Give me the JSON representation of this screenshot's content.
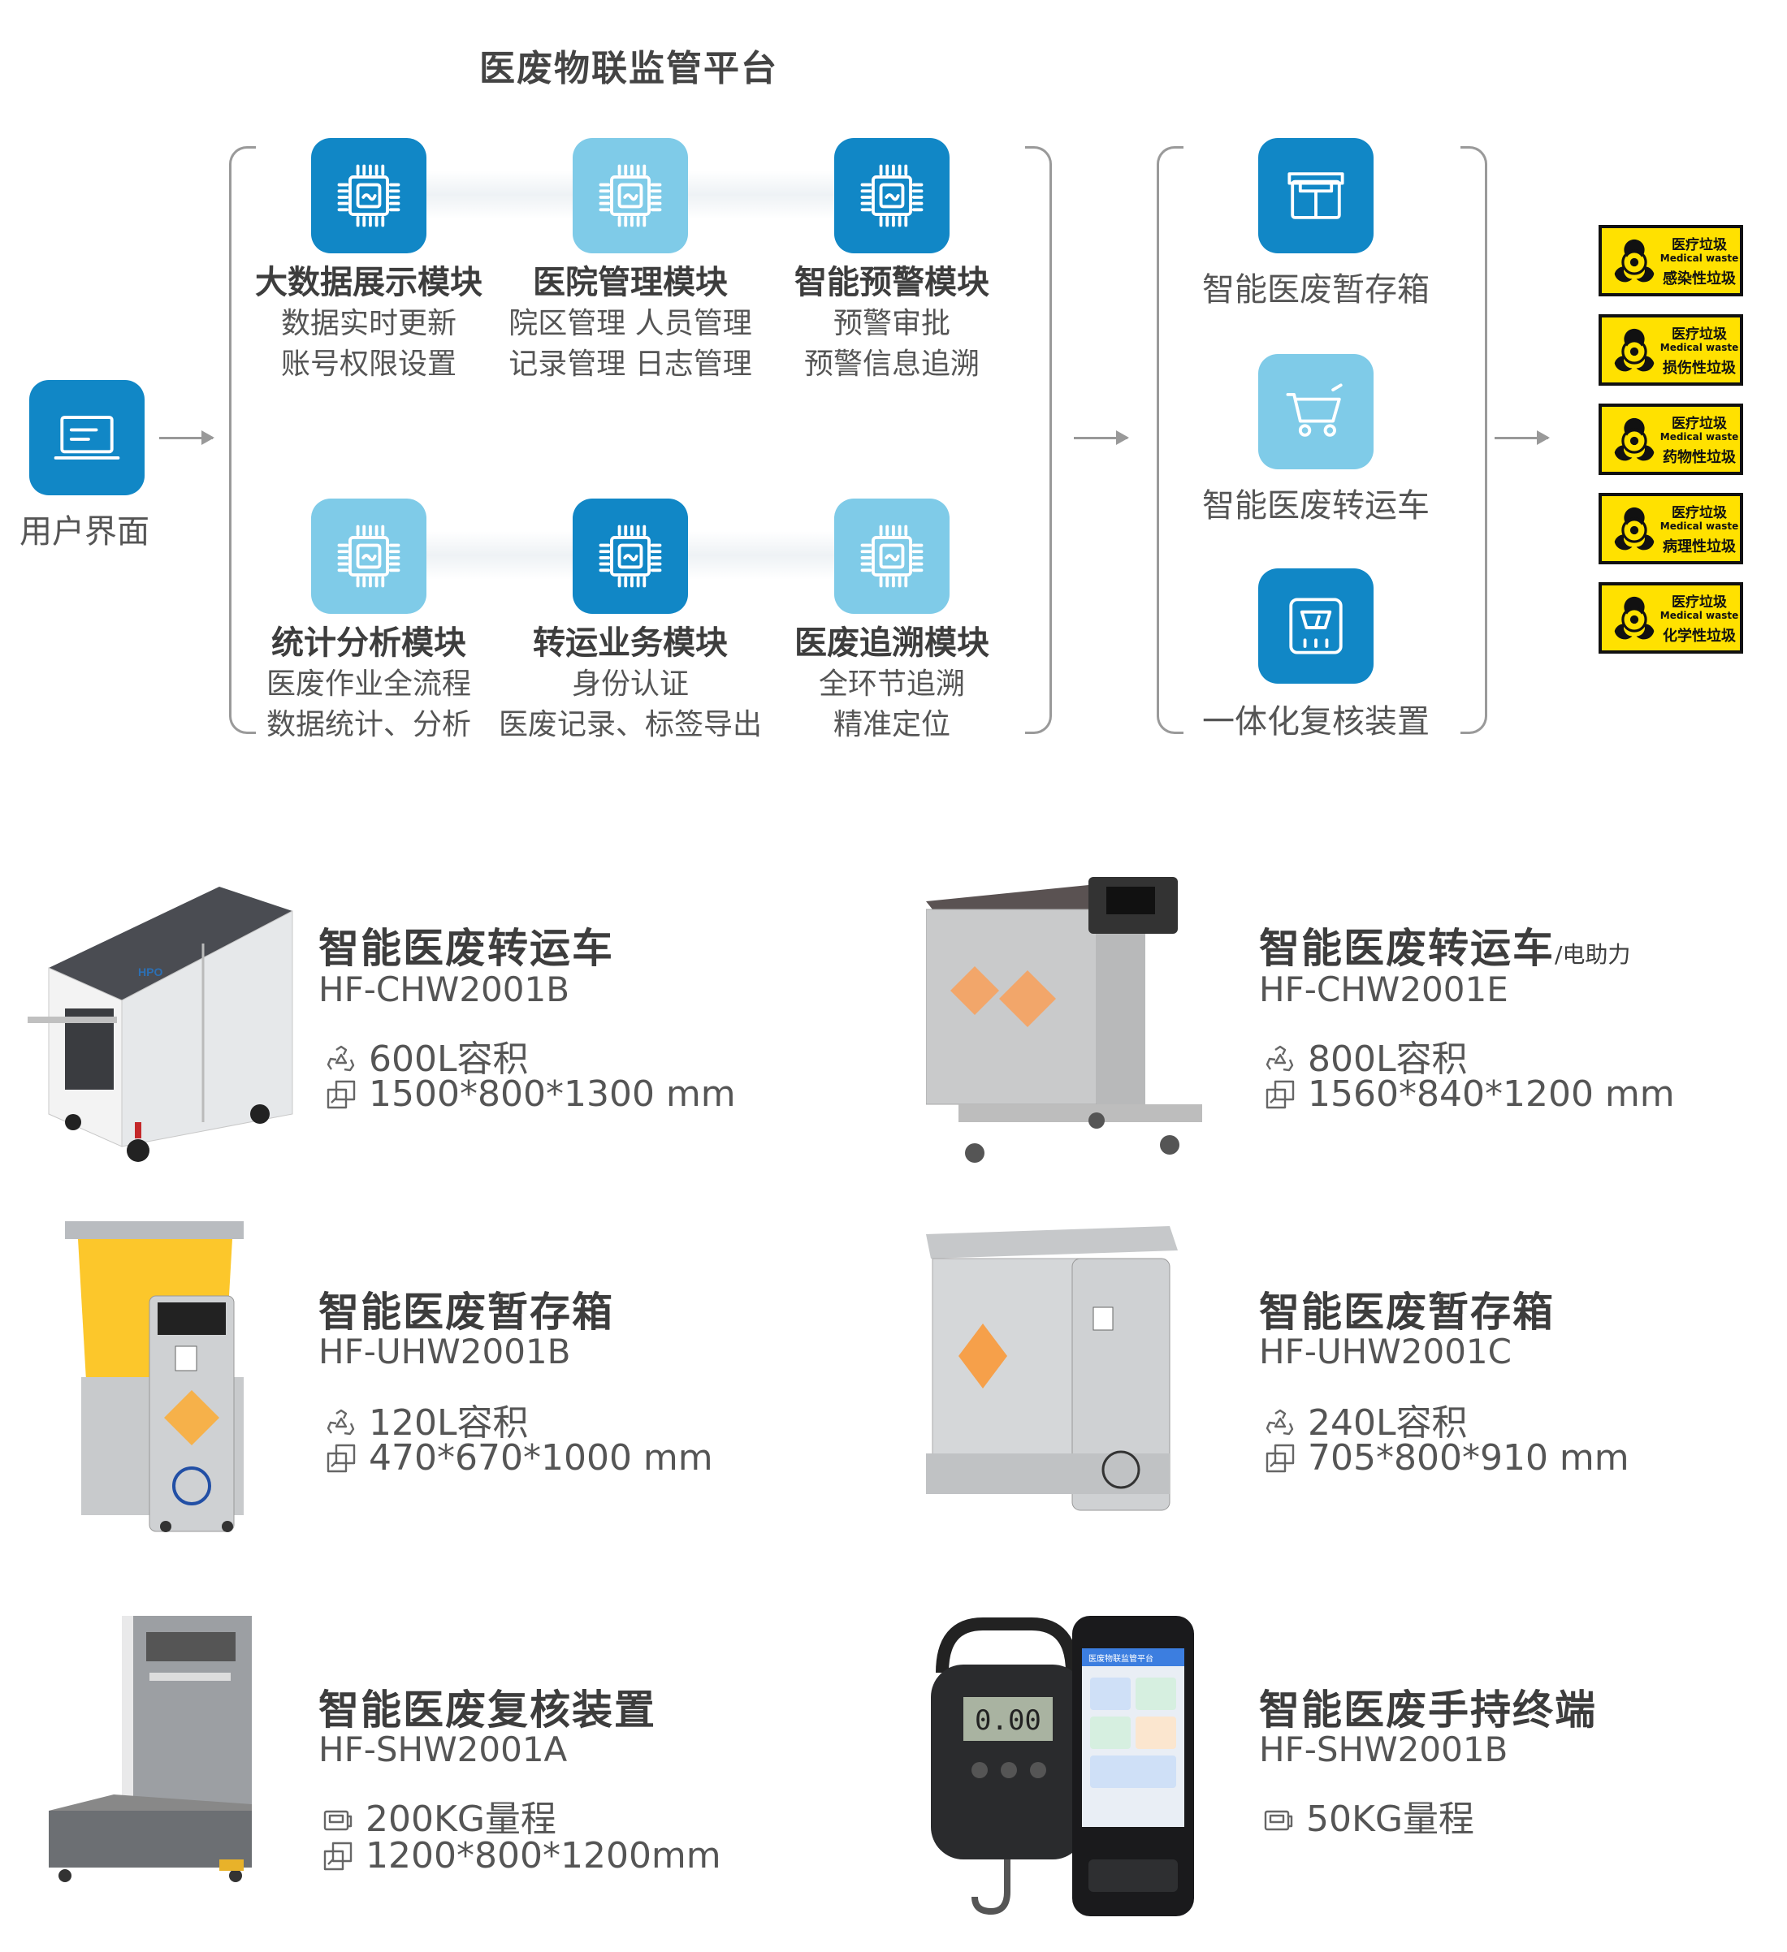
{
  "platform": {
    "title": "医废物联监管平台",
    "user_interface": "用户界面",
    "modules": [
      {
        "title": "大数据展示模块",
        "lines": [
          "数据实时更新",
          "账号权限设置"
        ]
      },
      {
        "title": "医院管理模块",
        "lines": [
          "院区管理 人员管理",
          "记录管理 日志管理"
        ]
      },
      {
        "title": "智能预警模块",
        "lines": [
          "预警审批",
          "预警信息追溯"
        ]
      },
      {
        "title": "统计分析模块",
        "lines": [
          "医废作业全流程",
          "数据统计、分析"
        ]
      },
      {
        "title": "转运业务模块",
        "lines": [
          "身份认证",
          "医废记录、标签导出"
        ]
      },
      {
        "title": "医废追溯模块",
        "lines": [
          "全环节追溯",
          "精准定位"
        ]
      }
    ],
    "devices": [
      "智能医废暂存箱",
      "智能医废转运车",
      "一体化复核装置"
    ],
    "signs": [
      {
        "cn": "医疗垃圾",
        "en": "Medical waste",
        "type": "感染性垃圾"
      },
      {
        "cn": "医疗垃圾",
        "en": "Medical waste",
        "type": "损伤性垃圾"
      },
      {
        "cn": "医疗垃圾",
        "en": "Medical waste",
        "type": "药物性垃圾"
      },
      {
        "cn": "医疗垃圾",
        "en": "Medical waste",
        "type": "病理性垃圾"
      },
      {
        "cn": "医疗垃圾",
        "en": "Medical waste",
        "type": "化学性垃圾"
      }
    ],
    "colors": {
      "tile_dark": "#1187c6",
      "tile_light": "#7fcbe8",
      "sign_yellow": "#ffe100"
    }
  },
  "products": [
    {
      "name": "智能医废转运车",
      "suffix": "",
      "model": "HF-CHW2001B",
      "spec1": "600L容积",
      "spec2": "1500*800*1300 mm",
      "spec1_icon": "recycle-icon",
      "spec2_icon": "dimension-icon"
    },
    {
      "name": "智能医废转运车",
      "suffix": "/电助力",
      "model": "HF-CHW2001E",
      "spec1": "800L容积",
      "spec2": "1560*840*1200 mm",
      "spec1_icon": "recycle-icon",
      "spec2_icon": "dimension-icon"
    },
    {
      "name": "智能医废暂存箱",
      "suffix": "",
      "model": "HF-UHW2001B",
      "spec1": "120L容积",
      "spec2": "470*670*1000 mm",
      "spec1_icon": "recycle-icon",
      "spec2_icon": "dimension-icon"
    },
    {
      "name": "智能医废暂存箱",
      "suffix": "",
      "model": "HF-UHW2001C",
      "spec1": "240L容积",
      "spec2": "705*800*910 mm",
      "spec1_icon": "recycle-icon",
      "spec2_icon": "dimension-icon"
    },
    {
      "name": "智能医废复核装置",
      "suffix": "",
      "model": "HF-SHW2001A",
      "spec1": "200KG量程",
      "spec2": "1200*800*1200mm",
      "spec1_icon": "scale-icon",
      "spec2_icon": "dimension-icon"
    },
    {
      "name": "智能医废手持终端",
      "suffix": "",
      "model": "HF-SHW2001B",
      "spec1": "50KG量程",
      "spec1_icon": "scale-icon"
    }
  ],
  "images": {
    "handheld_screen_title": "医废物联监管平台",
    "scale_display": "0.00"
  }
}
